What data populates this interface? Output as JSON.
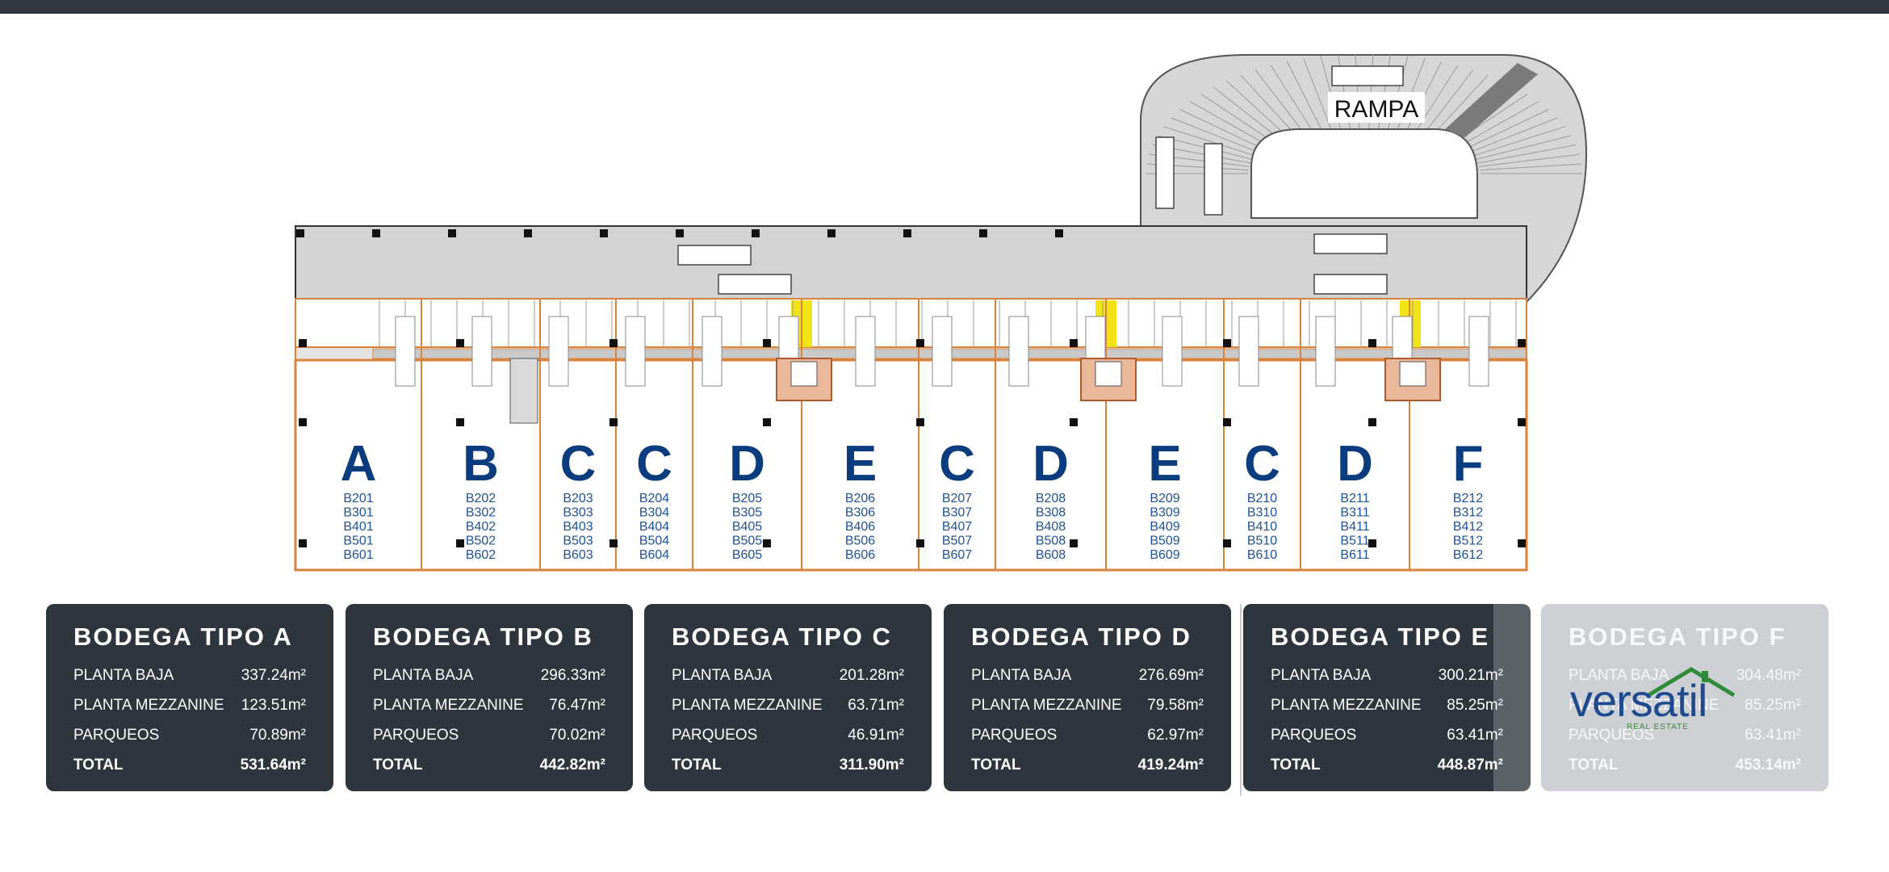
{
  "plan": {
    "rampa_label": "RAMPA",
    "units": [
      {
        "letter": "A",
        "codes": [
          "B201",
          "B301",
          "B401",
          "B501",
          "B601"
        ]
      },
      {
        "letter": "B",
        "codes": [
          "B202",
          "B302",
          "B402",
          "B502",
          "B602"
        ]
      },
      {
        "letter": "C",
        "codes": [
          "B203",
          "B303",
          "B403",
          "B503",
          "B603"
        ]
      },
      {
        "letter": "C",
        "codes": [
          "B204",
          "B304",
          "B404",
          "B504",
          "B604"
        ]
      },
      {
        "letter": "D",
        "codes": [
          "B205",
          "B305",
          "B405",
          "B505",
          "B605"
        ]
      },
      {
        "letter": "E",
        "codes": [
          "B206",
          "B306",
          "B406",
          "B506",
          "B606"
        ]
      },
      {
        "letter": "C",
        "codes": [
          "B207",
          "B307",
          "B407",
          "B507",
          "B607"
        ]
      },
      {
        "letter": "D",
        "codes": [
          "B208",
          "B308",
          "B408",
          "B508",
          "B608"
        ]
      },
      {
        "letter": "E",
        "codes": [
          "B209",
          "B309",
          "B409",
          "B509",
          "B609"
        ]
      },
      {
        "letter": "C",
        "codes": [
          "B210",
          "B310",
          "B410",
          "B510",
          "B610"
        ]
      },
      {
        "letter": "D",
        "codes": [
          "B211",
          "B311",
          "B411",
          "B511",
          "B611"
        ]
      },
      {
        "letter": "F",
        "codes": [
          "B212",
          "B312",
          "B412",
          "B512",
          "B612"
        ]
      }
    ]
  },
  "cards": [
    {
      "title": "BODEGA TIPO A",
      "rows": [
        {
          "label": "PLANTA BAJA",
          "value": "337.24m²"
        },
        {
          "label": "PLANTA MEZZANINE",
          "value": "123.51m²"
        },
        {
          "label": "PARQUEOS",
          "value": "70.89m²"
        },
        {
          "label": "TOTAL",
          "value": "531.64m²"
        }
      ]
    },
    {
      "title": "BODEGA TIPO B",
      "rows": [
        {
          "label": "PLANTA BAJA",
          "value": "296.33m²"
        },
        {
          "label": "PLANTA MEZZANINE",
          "value": "76.47m²"
        },
        {
          "label": "PARQUEOS",
          "value": "70.02m²"
        },
        {
          "label": "TOTAL",
          "value": "442.82m²"
        }
      ]
    },
    {
      "title": "BODEGA TIPO C",
      "rows": [
        {
          "label": "PLANTA BAJA",
          "value": "201.28m²"
        },
        {
          "label": "PLANTA MEZZANINE",
          "value": "63.71m²"
        },
        {
          "label": "PARQUEOS",
          "value": "46.91m²"
        },
        {
          "label": "TOTAL",
          "value": "311.90m²"
        }
      ]
    },
    {
      "title": "BODEGA TIPO D",
      "rows": [
        {
          "label": "PLANTA BAJA",
          "value": "276.69m²"
        },
        {
          "label": "PLANTA MEZZANINE",
          "value": "79.58m²"
        },
        {
          "label": "PARQUEOS",
          "value": "62.97m²"
        },
        {
          "label": "TOTAL",
          "value": "419.24m²"
        }
      ]
    },
    {
      "title": "BODEGA TIPO E",
      "rows": [
        {
          "label": "PLANTA BAJA",
          "value": "300.21m²"
        },
        {
          "label": "PLANTA MEZZANINE",
          "value": "85.25m²"
        },
        {
          "label": "PARQUEOS",
          "value": "63.41m²"
        },
        {
          "label": "TOTAL",
          "value": "448.87m²"
        }
      ]
    },
    {
      "title": "BODEGA TIPO F",
      "rows": [
        {
          "label": "PLANTA BAJA",
          "value": "304.48m²"
        },
        {
          "label": "PLANTA MEZZANINE",
          "value": "85.25m²"
        },
        {
          "label": "PARQUEOS",
          "value": "63.41m²"
        },
        {
          "label": "TOTAL",
          "value": "453.14m²"
        }
      ]
    }
  ],
  "logo": {
    "text": "versatil",
    "subtext": "REAL ESTATE"
  },
  "colors": {
    "card_bg": "#2d363f",
    "card_faded_bg": "#bec2c7",
    "unit_letter": "#0b3c7d",
    "unit_code": "#1e5296",
    "wall_orange": "#d9823b",
    "highlight_yellow": "#f2e316",
    "road_gray": "#d3d3d3"
  }
}
